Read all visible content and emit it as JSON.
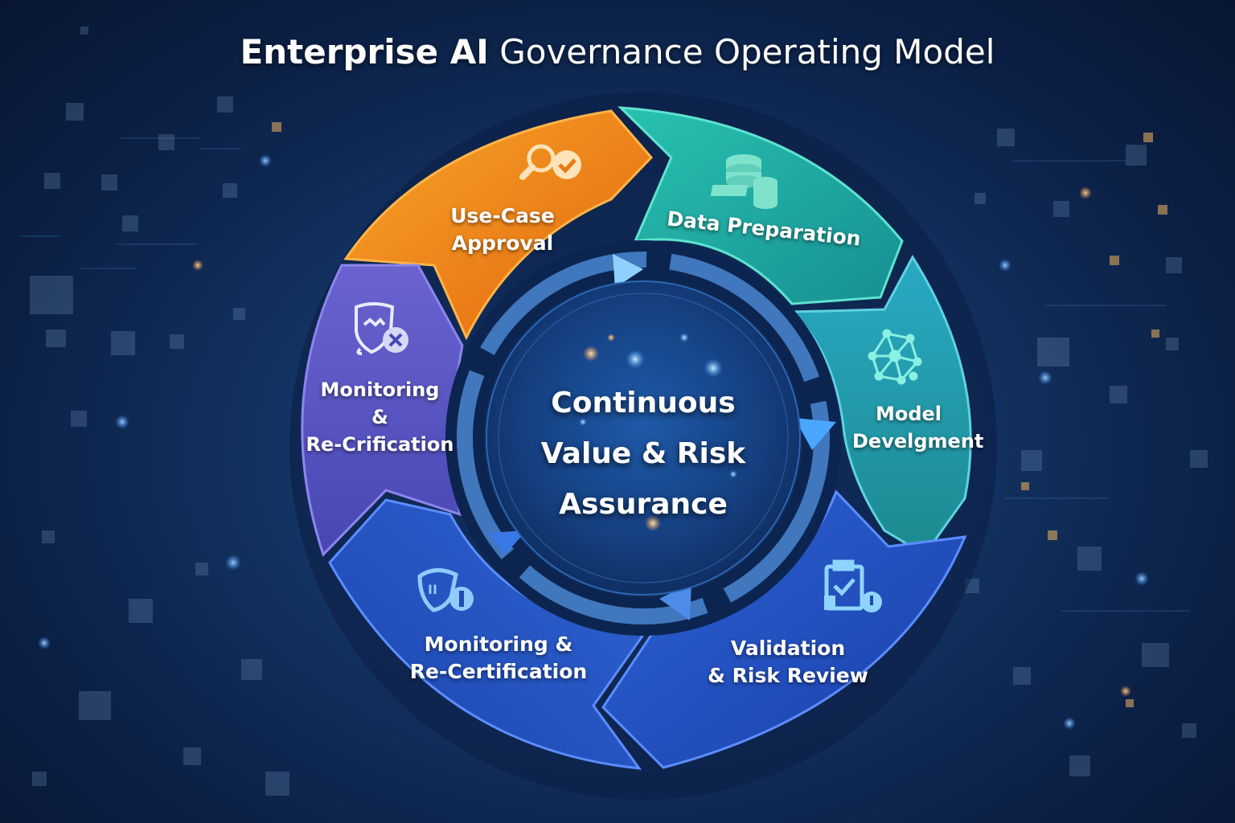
{
  "title": {
    "bold": "Enterprise AI",
    "light": " Governance Operating Model"
  },
  "center": {
    "lines": [
      "Continuous",
      "Value & Risk",
      "Assurance"
    ]
  },
  "segments": [
    {
      "id": "use-case-approval",
      "lines": [
        "Use-Case",
        "Approval"
      ],
      "icon": "magnifier-check-icon",
      "color": "#f08a12"
    },
    {
      "id": "data-preparation",
      "lines": [
        "Data Preparation"
      ],
      "icon": "database-stack-icon",
      "color": "#1fb3a6"
    },
    {
      "id": "model-development",
      "lines": [
        "Model",
        "Develgment"
      ],
      "icon": "neural-network-icon",
      "color": "#1e9fb0"
    },
    {
      "id": "validation-risk-review",
      "lines": [
        "Validation",
        "& Risk Review"
      ],
      "icon": "clipboard-check-clock-icon",
      "color": "#2456c8"
    },
    {
      "id": "monitoring-recertification-bottom",
      "lines": [
        "Monitoring &",
        "Re-Certification"
      ],
      "icon": "shield-alert-icon",
      "color": "#2c5bd0"
    },
    {
      "id": "monitoring-recertification-left",
      "lines": [
        "Monitoring",
        "&",
        "Re-Crification"
      ],
      "icon": "shield-x-icon",
      "color": "#5a56c4"
    }
  ],
  "colors": {
    "background": "#0c2147",
    "orange": "#f08a12",
    "teal": "#1fb3a6",
    "cyan_teal": "#1e9fb0",
    "blue": "#2456c8",
    "purple": "#5a56c4",
    "inner_arrow": "#5d9ae0"
  }
}
